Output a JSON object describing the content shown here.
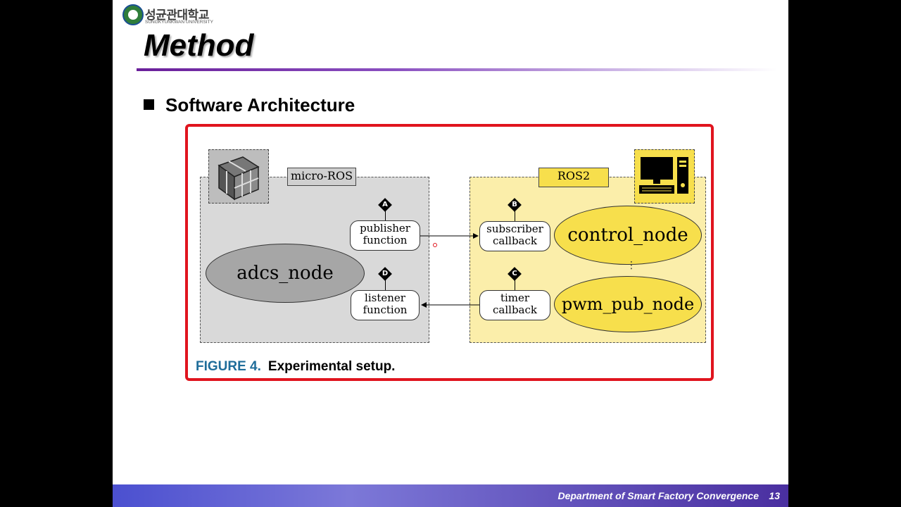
{
  "logo": {
    "korean": "성균관대학교",
    "english": "SUNGKYUNKWAN UNIVERSITY"
  },
  "slide": {
    "title": "Method",
    "bullet": "Software Architecture"
  },
  "figure": {
    "microros_label": "micro-ROS",
    "ros2_label": "ROS2",
    "adcs_node": "adcs_node",
    "control_node": "control_node",
    "pwm_pub_node": "pwm_pub_node",
    "publisher_line1": "publisher",
    "publisher_line2": "function",
    "listener_line1": "listener",
    "listener_line2": "function",
    "subscriber_line1": "subscriber",
    "subscriber_line2": "callback",
    "timer_line1": "timer",
    "timer_line2": "callback",
    "marker_a": "A",
    "marker_b": "B",
    "marker_c": "C",
    "marker_d": "D",
    "vdots": "⋮",
    "caption_label": "FIGURE 4.",
    "caption_text": "Experimental setup."
  },
  "footer": {
    "department": "Department of Smart Factory Convergence",
    "page": "13"
  },
  "colors": {
    "frame": "#e0141e",
    "microros_bg": "#d9d9d9",
    "ros2_bg": "#fbeeaa",
    "ros2_accent": "#f7df4c",
    "caption_label": "#1f6d9a"
  }
}
